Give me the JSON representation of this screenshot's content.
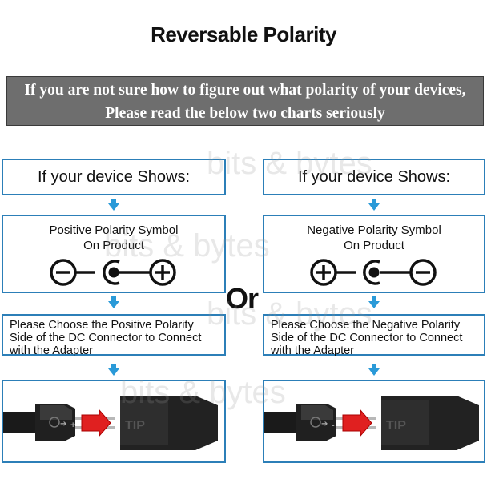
{
  "title": "Reversable Polarity",
  "banner": {
    "line1": "If you are not sure how to figure out what polarity of your devices,",
    "line2": "Please read the below two charts seriously"
  },
  "or_label": "Or",
  "watermark": "bits & bytes",
  "left": {
    "header": "If your device Shows:",
    "symbol_line1": "Positive Polarity Symbol",
    "symbol_line2": "On Product",
    "symbol_order": [
      "minus",
      "center",
      "plus"
    ],
    "instruction_line1": "Please Choose the Positive Polarity",
    "instruction_line2": "Side of the DC Connector to Connect",
    "instruction_line3": "with the Adapter",
    "connector_side_mark": "+",
    "tip_label": "TIP"
  },
  "right": {
    "header": "If your device Shows:",
    "symbol_line1": "Negative Polarity Symbol",
    "symbol_line2": "On Product",
    "symbol_order": [
      "plus",
      "center",
      "minus"
    ],
    "instruction_line1": "Please Choose the Negative Polarity",
    "instruction_line2": "Side of the DC Connector to Connect",
    "instruction_line3": "with the Adapter",
    "connector_side_mark": "-",
    "tip_label": "TIP"
  },
  "colors": {
    "box_border": "#2c7fb8",
    "arrow": "#2a9ad8",
    "banner_bg": "#6e6e6e",
    "plug_arrow": "#e02020"
  }
}
